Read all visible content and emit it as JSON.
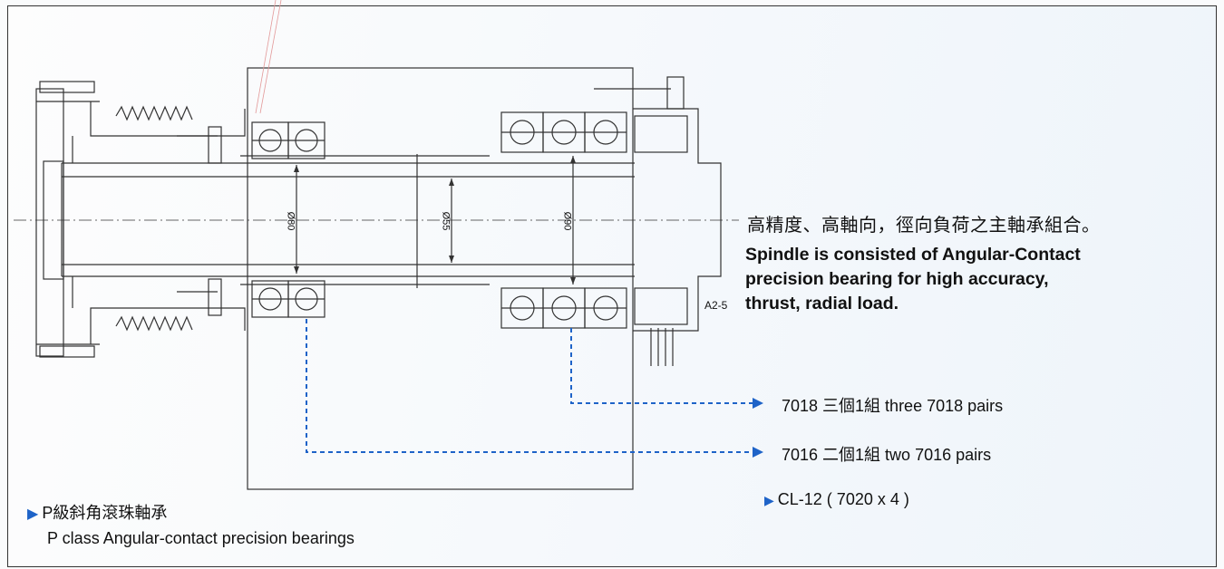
{
  "description": {
    "title_cn": "高精度、高軸向，徑向負荷之主軸承組合。",
    "lines_en": [
      "Spindle is consisted of Angular-Contact",
      "precision bearing for high accuracy,",
      "thrust, radial load."
    ]
  },
  "bearing_callouts": [
    {
      "label": "7018 三個1組  three 7018 pairs"
    },
    {
      "label": "7016 二個1組  two 7016 pairs"
    },
    {
      "label": "CL-12 ( 7020 x 4 )"
    }
  ],
  "legend": {
    "title_cn": "P級斜角滾珠軸承",
    "subtitle_en": "P class Angular-contact precision bearings"
  },
  "drawing": {
    "dimensions": [
      "Ø80",
      "Ø55",
      "Ø90"
    ],
    "spindle_nose": "A2-5"
  },
  "colors": {
    "accent": "#1e63c8",
    "line": "#333333"
  }
}
